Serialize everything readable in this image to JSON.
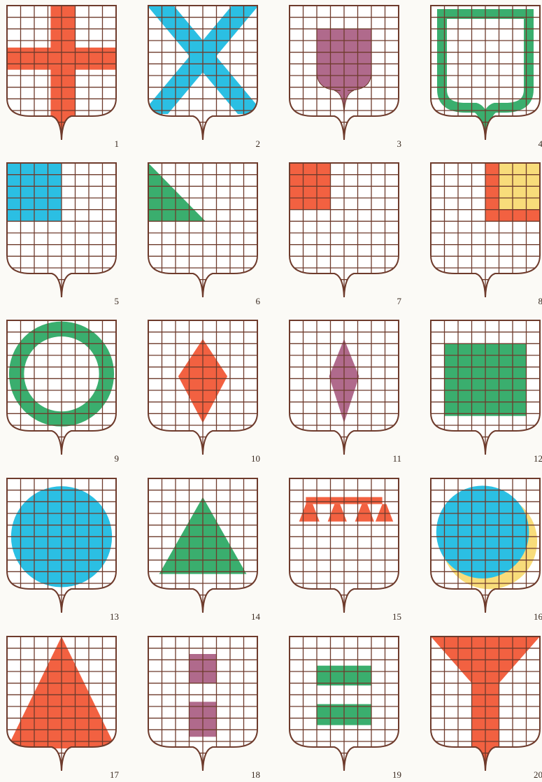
{
  "plate": {
    "colors": {
      "paper": "#fbfaf6",
      "grid": "#6e3b2c",
      "red": "#f26141",
      "blue": "#2bbfe3",
      "green": "#3aae6e",
      "mauve": "#b06a8c",
      "yellow": "#f8dc7a"
    },
    "shields": [
      {
        "number": "1",
        "figure": "cross",
        "color": "red"
      },
      {
        "number": "2",
        "figure": "saltire",
        "color": "blue"
      },
      {
        "number": "3",
        "figure": "inner-shield",
        "color": "mauve"
      },
      {
        "number": "4",
        "figure": "shield-outline-border",
        "color": "green"
      },
      {
        "number": "5",
        "figure": "square-top-left-large",
        "color": "blue"
      },
      {
        "number": "6",
        "figure": "triangle-top-left",
        "color": "green"
      },
      {
        "number": "7",
        "figure": "square-top-left-small",
        "color": "red"
      },
      {
        "number": "8",
        "figure": "square-top-right-bordered",
        "color": "yellow",
        "border_color": "red"
      },
      {
        "number": "9",
        "figure": "ring",
        "color": "green"
      },
      {
        "number": "10",
        "figure": "lozenge",
        "color": "red"
      },
      {
        "number": "11",
        "figure": "narrow-lozenge",
        "color": "mauve"
      },
      {
        "number": "12",
        "figure": "square",
        "color": "green"
      },
      {
        "number": "13",
        "figure": "circle",
        "color": "blue"
      },
      {
        "number": "14",
        "figure": "triangle",
        "color": "green"
      },
      {
        "number": "15",
        "figure": "label-with-points",
        "color": "red"
      },
      {
        "number": "16",
        "figure": "circle-over-crescent",
        "color": "blue",
        "second_color": "yellow"
      },
      {
        "number": "17",
        "figure": "tall-triangle",
        "color": "red"
      },
      {
        "number": "18",
        "figure": "two-rectangles",
        "color": "mauve"
      },
      {
        "number": "19",
        "figure": "two-bars",
        "color": "green"
      },
      {
        "number": "20",
        "figure": "pall",
        "color": "red"
      }
    ]
  }
}
